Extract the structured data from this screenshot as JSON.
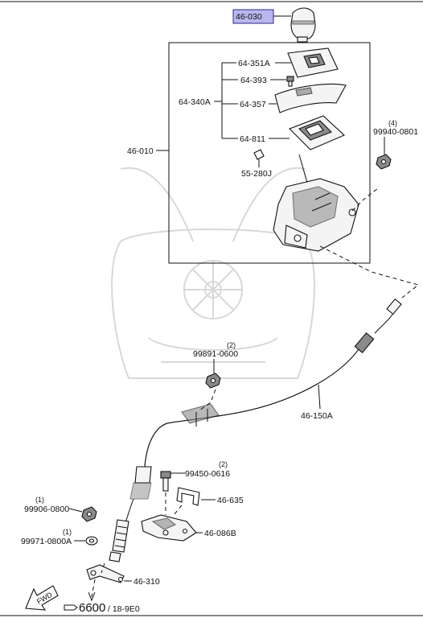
{
  "labels": {
    "knob": "46-030",
    "bezel": "64-351A",
    "bolt_64_393": "64-393",
    "indicator_64_357": "64-357",
    "assy_64_340a": "64-340A",
    "panel_64_811": "64-811",
    "shifter_46_010": "46-010",
    "clip_55_280j": "55-280J",
    "nut_99940": "99940-0801",
    "nut_99940_qty": "(4)",
    "nut_99891": "99891-0600",
    "nut_99891_qty": "(2)",
    "cable_46_150a": "46-150A",
    "bolt_99450": "99450-0616",
    "bolt_99450_qty": "(2)",
    "clip_46_635": "46-635",
    "bracket_46_086b": "46-086B",
    "nut_99906": "99906-0800",
    "nut_99906_qty": "(1)",
    "washer_99971": "99971-0800A",
    "washer_99971_qty": "(1)",
    "lever_46_310": "46-310",
    "fwd": "FWD",
    "ref_page": "6600",
    "ref_sub": "/ 18-9E0"
  },
  "colors": {
    "highlight": "#b9b6ee",
    "highlight_border": "#2a2a8a"
  }
}
